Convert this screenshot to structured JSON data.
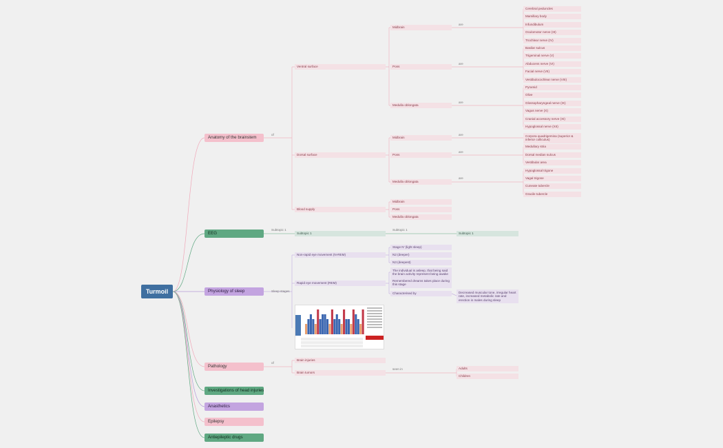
{
  "root": "Turmoil",
  "main": [
    {
      "id": "anatomy",
      "label": "Anatomy of the brainstem",
      "color": "pink"
    },
    {
      "id": "eeg",
      "label": "EEG",
      "color": "green"
    },
    {
      "id": "sleep",
      "label": "Physiology of sleep",
      "color": "purple"
    },
    {
      "id": "pathology",
      "label": "Pathology",
      "color": "pink"
    },
    {
      "id": "investigations",
      "label": "Investigations of head injuries",
      "color": "green"
    },
    {
      "id": "anaesthetics",
      "label": "Anasthetics",
      "color": "purple"
    },
    {
      "id": "epilepsy",
      "label": "Epilepsy",
      "color": "pink"
    },
    {
      "id": "antiepileptic",
      "label": "Antiepileptic drugs",
      "color": "green"
    }
  ],
  "relations": {
    "of": "of",
    "are": "are",
    "subtopic1": "Subtopic 1",
    "sleep_stages": "Sleep stages",
    "seen_in": "seen in"
  },
  "anatomy": {
    "ventral": "Ventral surface",
    "dorsal": "Dorsal surface",
    "blood": "Blood supply",
    "midbrain": "Midbrain",
    "pons": "Pons",
    "medulla": "Medulla oblongata",
    "ventral_midbrain_items": [
      "Cerebral peduncles",
      "Mamillary body",
      "Infundibulum",
      "Oculomotor nerve (III)",
      "Trochlear nerve (IV)"
    ],
    "ventral_pons_items": [
      "Basilar sulcus",
      "Trigeminal nerve (V)",
      "Abducens nerve (VI)",
      "Facial nerve (VII)",
      "Vestibulocochlear nerve (VIII)"
    ],
    "ventral_medulla_items": [
      "Pyramid",
      "Olive",
      "Glossopharyngeal nerve (IX)",
      "Vagus nerve (X)",
      "Cranial accessory nerve (XI)",
      "Hypoglossal nerve (XII)"
    ],
    "dorsal_midbrain_items": [
      "Corpora quadrigemina (superior & inferior colliculus)"
    ],
    "dorsal_pons_items": [
      "Medullary stria",
      "Dorsal median sulcus",
      "Vestibular area"
    ],
    "dorsal_medulla_items": [
      "Hypoglossal trigone",
      "Vagal trigone",
      "Cuneate tubercle",
      "Gracile tubercle"
    ]
  },
  "eeg": {
    "subtopic": "Subtopic 1",
    "subtopic2": "Subtopic 1"
  },
  "sleep": {
    "nrem": "Non-rapid eye movement (N-REM)",
    "rem": "Rapid eye movement (REM)",
    "nrem_items": [
      "Stage N' (light sleep)",
      "N2 (deeper)",
      "N3 (deepest)"
    ],
    "rem_items": [
      "The individual is asleep, that being said the brain activity represent being awake",
      "Remembered dreams takes place during this stage",
      "Characterised by"
    ],
    "rem_char": "Decreased muscular tone, irregular heart rate, increased metabolic rate and erection in males during sleep",
    "image_stages": [
      1,
      2,
      3,
      2,
      1,
      4,
      2,
      3,
      3,
      2,
      1,
      4,
      2,
      3,
      2,
      1,
      4,
      2,
      2,
      1,
      4,
      3,
      2,
      1,
      4
    ]
  },
  "pathology": {
    "brain_injuries": "Brain injuries",
    "brain_tumors": "Brain tumors",
    "adults": "Adults",
    "children": "Children"
  },
  "colors": {
    "root": "#3f6fa0",
    "pink": "#f4c0cc",
    "green": "#5fa882",
    "purple": "#c3a4e0"
  }
}
